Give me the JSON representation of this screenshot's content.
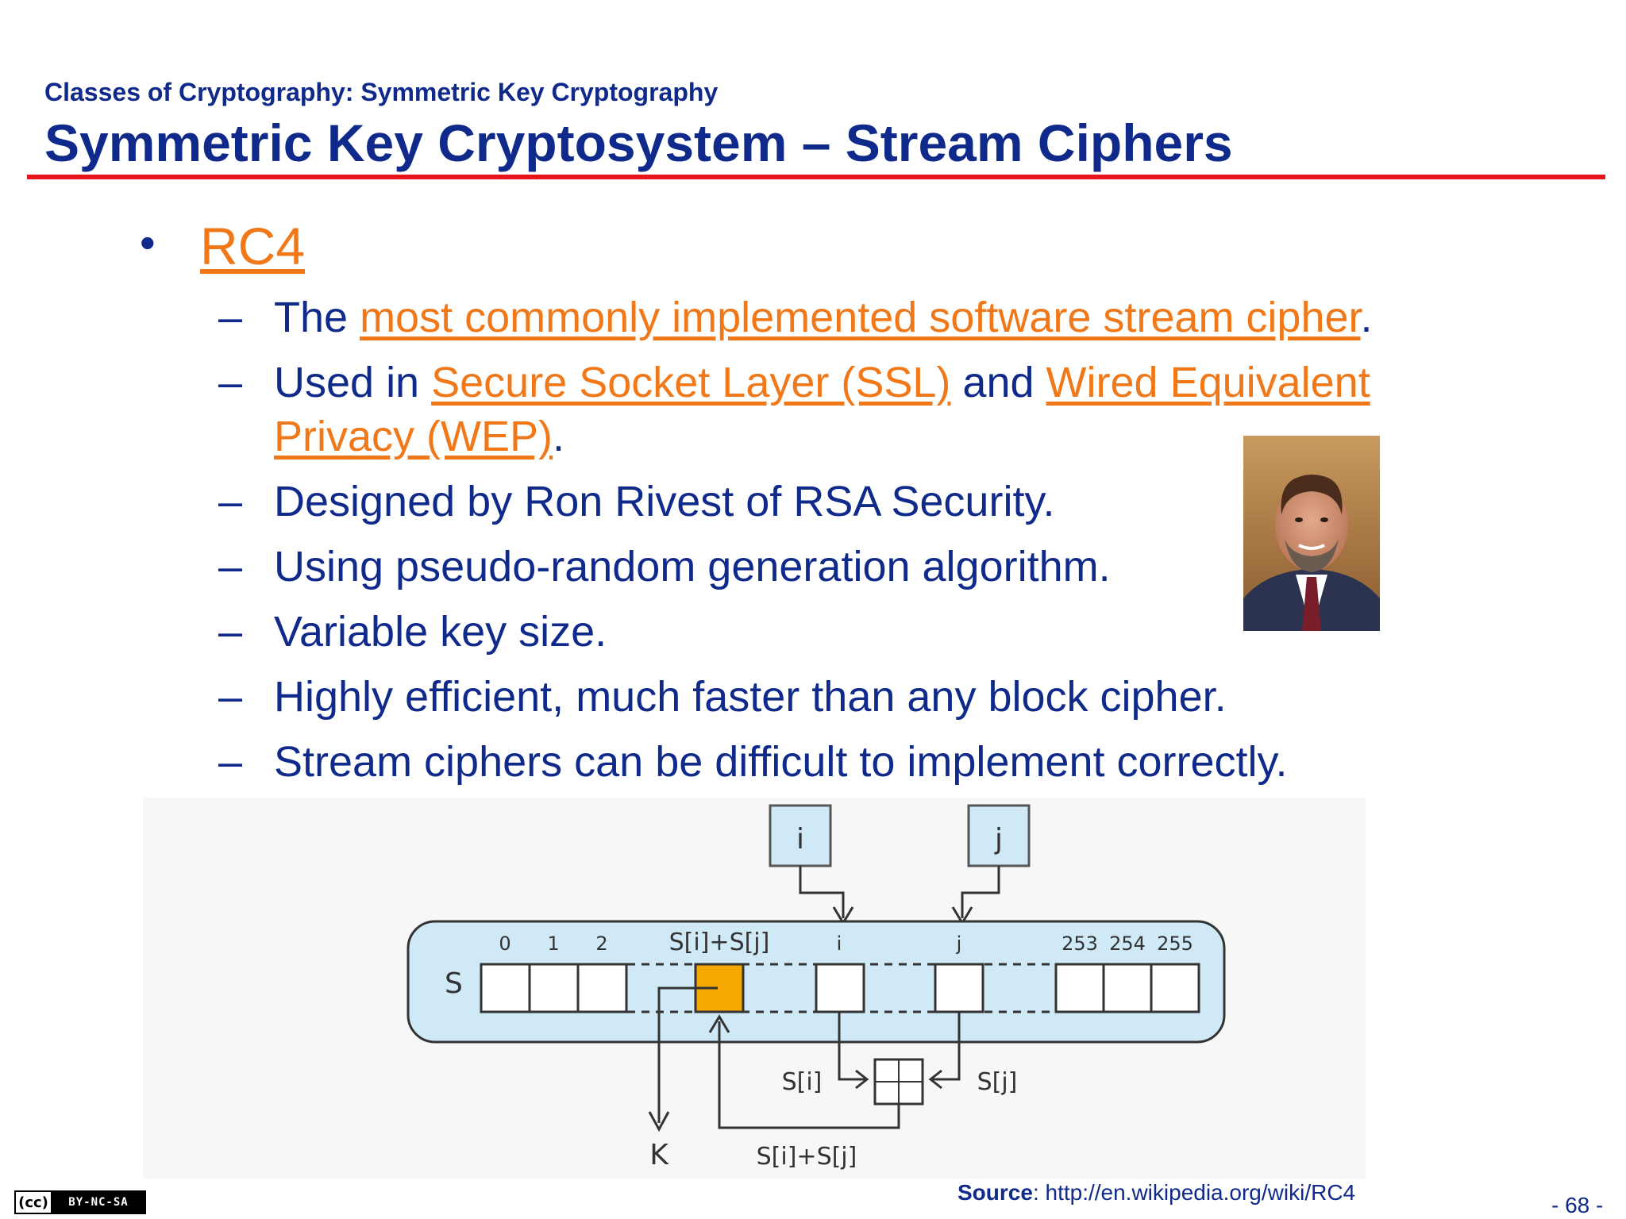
{
  "header": {
    "kicker": "Classes of Cryptography: Symmetric Key Cryptography",
    "title": "Symmetric Key Cryptosystem – Stream Ciphers"
  },
  "bullet": {
    "marker": "•",
    "label": "RC4"
  },
  "subitems": [
    {
      "dash": "–",
      "pre": "The ",
      "link1": "most commonly implemented software stream cipher",
      "post": "."
    },
    {
      "dash": "–",
      "pre": "Used in ",
      "link1": "Secure Socket Layer (SSL)",
      "mid": " and ",
      "link2": "Wired Equivalent Privacy (WEP)",
      "post": "."
    },
    {
      "dash": "–",
      "text": "Designed by Ron Rivest of RSA Security."
    },
    {
      "dash": "–",
      "text": "Using pseudo-random generation algorithm."
    },
    {
      "dash": "–",
      "text": "Variable key size."
    },
    {
      "dash": "–",
      "text": "Highly efficient, much faster than any block cipher."
    },
    {
      "dash": "–",
      "text": "Stream ciphers can be difficult to implement correctly."
    }
  ],
  "diagram": {
    "i_box": "i",
    "j_box": "j",
    "s_label": "S",
    "idx0": "0",
    "idx1": "1",
    "idx2": "2",
    "idx_sum": "S[i]+S[j]",
    "idx_i": "i",
    "idx_j": "j",
    "idx253": "253",
    "idx254": "254",
    "idx255": "255",
    "si": "S[i]",
    "sj": "S[j]",
    "k": "K",
    "sum_bottom": "S[i]+S[j]",
    "colors": {
      "panel": "#cfe9f6",
      "highlight": "#f5a800",
      "box_fill": "#cfe9f6"
    }
  },
  "footer": {
    "source_label": "Source",
    "source_text": ": http://en.wikipedia.org/wiki/RC4",
    "page": "- 68 -",
    "license_logo": "(cc)",
    "license_text": "BY-NC-SA"
  },
  "colors": {
    "title": "#0f2a8a",
    "link": "#f07819",
    "rule": "#e8141c"
  }
}
